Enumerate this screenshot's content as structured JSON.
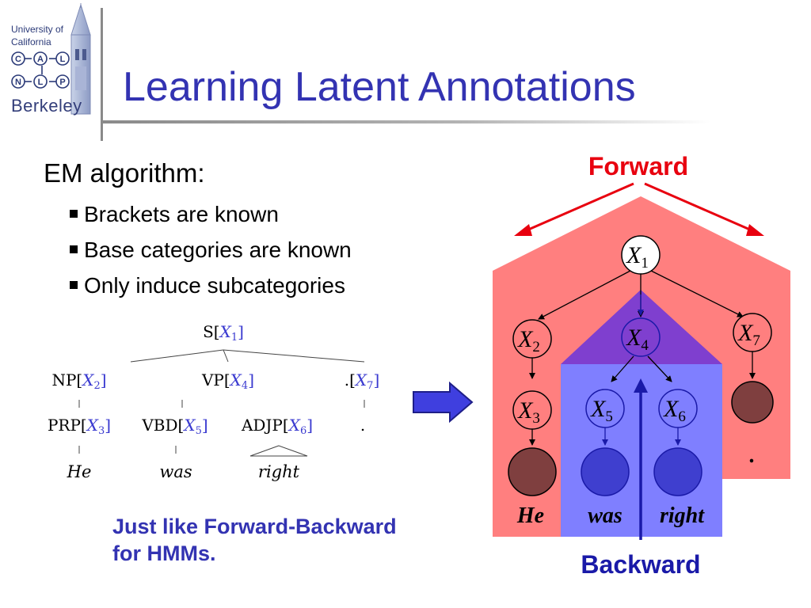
{
  "logo": {
    "univ_line1": "University of",
    "univ_line2": "California",
    "letters": [
      "C",
      "A",
      "L",
      "N",
      "L",
      "P"
    ],
    "name": "Berkeley"
  },
  "title": "Learning Latent Annotations",
  "em": {
    "heading": "EM algorithm:",
    "bullets": [
      "Brackets are known",
      "Base categories are known",
      "Only induce subcategories"
    ]
  },
  "note": {
    "line1": "Just like Forward-Backward",
    "line2": "for HMMs."
  },
  "tree": {
    "root": {
      "base": "S[",
      "var": "X",
      "sub": "1",
      "close": "]"
    },
    "np": {
      "base": "NP[",
      "var": "X",
      "sub": "2",
      "close": "]"
    },
    "vp": {
      "base": "VP[",
      "var": "X",
      "sub": "4",
      "close": "]"
    },
    "dot": {
      "base": ".[",
      "var": "X",
      "sub": "7",
      "close": "]"
    },
    "prp": {
      "base": "PRP[",
      "var": "X",
      "sub": "3",
      "close": "]"
    },
    "vbd": {
      "base": "VBD[",
      "var": "X",
      "sub": "5",
      "close": "]"
    },
    "adjp": {
      "base": "ADJP[",
      "var": "X",
      "sub": "6",
      "close": "]"
    },
    "dot_leaf": ".",
    "words": [
      "He",
      "was",
      "right"
    ]
  },
  "diagram": {
    "forward_label": "Forward",
    "backward_label": "Backward",
    "node_var": "X",
    "subs": {
      "x1": "1",
      "x2": "2",
      "x3": "3",
      "x4": "4",
      "x5": "5",
      "x6": "6",
      "x7": "7"
    },
    "words": {
      "he": "He",
      "was": "was",
      "right": "right",
      "dot": "."
    },
    "colors": {
      "outside": "#ff7f7f",
      "inside": "#7f7fff",
      "inside_top": "#7f3fcf",
      "forward": "#e8000f",
      "backward": "#1a1aa8",
      "leaf_dark": "#7f3f3f",
      "leaf_blue": "#3f3fcf",
      "big_arrow": "#3f3fdf"
    }
  }
}
